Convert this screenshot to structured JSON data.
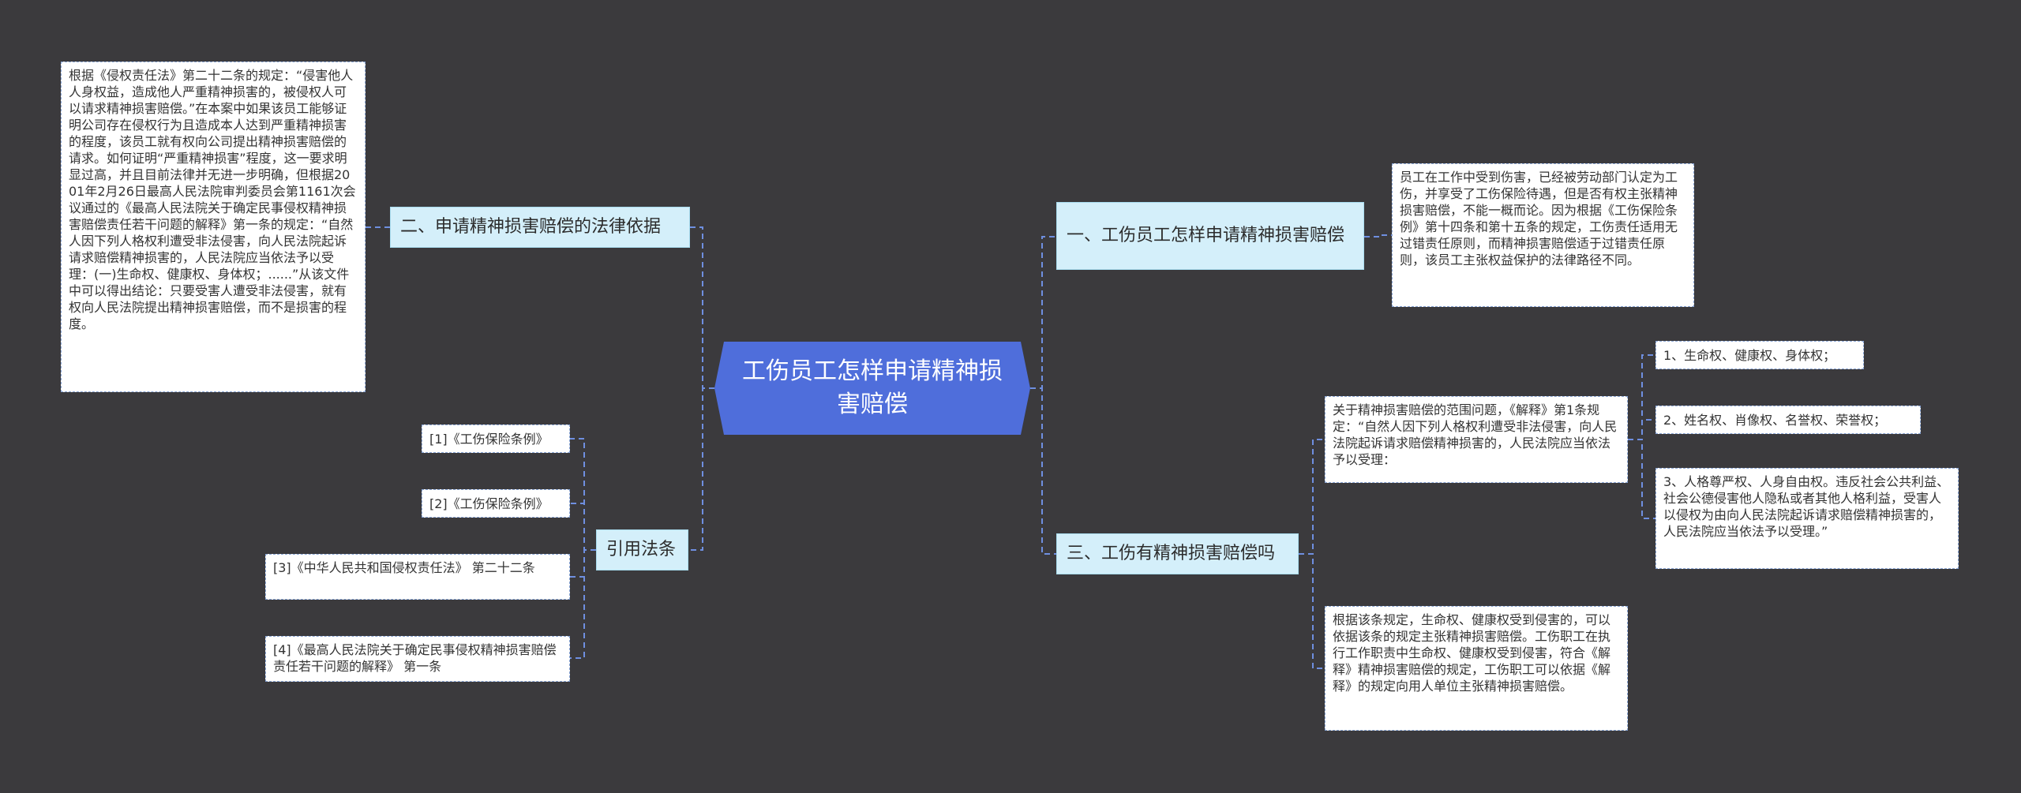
{
  "root": {
    "label": "工伤员工怎样申请精神损害赔偿"
  },
  "branches": {
    "b1": {
      "label": "一、工伤员工怎样申请精神损害赔偿",
      "leaf": "员工在工作中受到伤害，已经被劳动部门认定为工伤，并享受了工伤保险待遇，但是否有权主张精神损害赔偿，不能一概而论。因为根据《工伤保险条例》第十四条和第十五条的规定，工伤责任适用无过错责任原则，而精神损害赔偿适于过错责任原则，该员工主张权益保护的法律路径不同。"
    },
    "b2": {
      "label": "二、申请精神损害赔偿的法律依据",
      "leaf": "根据《侵权责任法》第二十二条的规定：“侵害他人人身权益，造成他人严重精神损害的，被侵权人可以请求精神损害赔偿。”在本案中如果该员工能够证明公司存在侵权行为且造成本人达到严重精神损害的程度，该员工就有权向公司提出精神损害赔偿的请求。如何证明“严重精神损害”程度，这一要求明显过高，并且目前法律并无进一步明确，但根据2001年2月26日最高人民法院审判委员会第1161次会议通过的《最高人民法院关于确定民事侵权精神损害赔偿责任若干问题的解释》第一条的规定：“自然人因下列人格权利遭受非法侵害，向人民法院起诉请求赔偿精神损害的，人民法院应当依法予以受理：(一)生命权、健康权、身体权；......”从该文件中可以得出结论：只要受害人遭受非法侵害，就有权向人民法院提出精神损害赔偿，而不是损害的程度。"
    },
    "b3": {
      "label": "三、工伤有精神损害赔偿吗",
      "leaf1": "关于精神损害赔偿的范围问题，《解释》第1条规定：“自然人因下列人格权利遭受非法侵害，向人民法院起诉请求赔偿精神损害的，人民法院应当依法予以受理：",
      "sub": [
        "1、生命权、健康权、身体权；",
        "2、姓名权、肖像权、名誉权、荣誉权；",
        "3、人格尊严权、人身自由权。违反社会公共利益、社会公德侵害他人隐私或者其他人格利益，受害人以侵权为由向人民法院起诉请求赔偿精神损害的，人民法院应当依法予以受理。”"
      ],
      "leaf2": "根据该条规定，生命权、健康权受到侵害的，可以依据该条的规定主张精神损害赔偿。工伤职工在执行工作职责中生命权、健康权受到侵害，符合《解释》精神损害赔偿的规定，工伤职工可以依据《解释》的规定向用人单位主张精神损害赔偿。"
    },
    "b4": {
      "label": "引用法条",
      "items": [
        "[1]《工伤保险条例》",
        "[2]《工伤保险条例》",
        "[3]《中华人民共和国侵权责任法》 第二十二条",
        "[4]《最高人民法院关于确定民事侵权精神损害赔偿责任若干问题的解释》 第一条"
      ]
    }
  },
  "colors": {
    "background": "#3b3a3d",
    "root": "#4f6edb",
    "branch": "#d4effa",
    "link": "#6f8fe0"
  }
}
